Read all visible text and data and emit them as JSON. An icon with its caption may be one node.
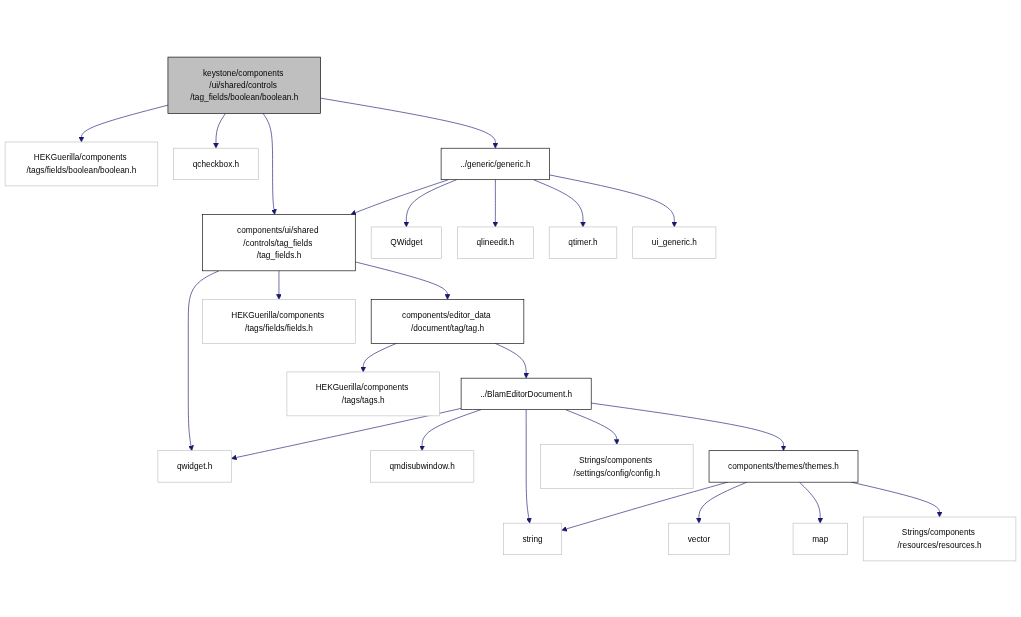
{
  "diagram": {
    "nodes": [
      {
        "text": [
          "keystone/components /ui/shared/controls /tag_fields/boolean/boolean.h"
        ]
      },
      {
        "text": [
          "HEKGuerilla/components /tags/fields/boolean/boolean.h"
        ]
      },
      {
        "text": [
          "qcheckbox.h"
        ]
      },
      {
        "text": [
          "components/ui/shared /controls/tag_fields /tag_fields.h"
        ]
      },
      {
        "text": [
          "../generic/generic.h"
        ]
      },
      {
        "text": [
          "QWidget"
        ]
      },
      {
        "text": [
          "qlineedit.h"
        ]
      },
      {
        "text": [
          "qtimer.h"
        ]
      },
      {
        "text": [
          "ui_generic.h"
        ]
      },
      {
        "text": [
          "HEKGuerilla/components /tags/fields/fields.h"
        ]
      },
      {
        "text": [
          "components/editor_data /document/tag/tag.h"
        ]
      },
      {
        "text": [
          "HEKGuerilla/components /tags/tags.h"
        ]
      },
      {
        "text": [
          "../BlamEditorDocument.h"
        ]
      },
      {
        "text": [
          "qwidget.h"
        ]
      },
      {
        "text": [
          "qmdisubwindow.h"
        ]
      },
      {
        "text": [
          "Strings/components /settings/config/config.h"
        ]
      },
      {
        "text": [
          "components/themes/themes.h"
        ]
      },
      {
        "text": [
          "string"
        ]
      },
      {
        "text": [
          "vector"
        ]
      },
      {
        "text": [
          "map"
        ]
      },
      {
        "text": [
          "Strings/components /resources/resources.h"
        ]
      }
    ],
    "edges": [
      {
        "from": 0,
        "to": 1,
        "arrow": "to"
      },
      {
        "from": 0,
        "to": 2,
        "arrow": "to"
      },
      {
        "from": 0,
        "to": 3,
        "arrow": "to"
      },
      {
        "from": 0,
        "to": 4,
        "arrow": "to"
      },
      {
        "from": 4,
        "to": 3,
        "arrow": "to"
      },
      {
        "from": 4,
        "to": 5,
        "arrow": "to"
      },
      {
        "from": 4,
        "to": 6,
        "arrow": "to"
      },
      {
        "from": 4,
        "to": 7,
        "arrow": "to"
      },
      {
        "from": 4,
        "to": 8,
        "arrow": "to"
      },
      {
        "from": 3,
        "to": 13,
        "arrow": "to"
      },
      {
        "from": 3,
        "to": 9,
        "arrow": "to"
      },
      {
        "from": 3,
        "to": 10,
        "arrow": "to"
      },
      {
        "from": 10,
        "to": 11,
        "arrow": "to"
      },
      {
        "from": 10,
        "to": 12,
        "arrow": "to"
      },
      {
        "from": 12,
        "to": 13,
        "arrow": "to"
      },
      {
        "from": 12,
        "to": 14,
        "arrow": "to"
      },
      {
        "from": 12,
        "to": 17,
        "arrow": "to"
      },
      {
        "from": 12,
        "to": 15,
        "arrow": "to"
      },
      {
        "from": 12,
        "to": 16,
        "arrow": "to"
      },
      {
        "from": 16,
        "to": 17,
        "arrow": "to"
      },
      {
        "from": 16,
        "to": 18,
        "arrow": "to"
      },
      {
        "from": 16,
        "to": 19,
        "arrow": "to"
      },
      {
        "from": 16,
        "to": 20,
        "arrow": "to"
      }
    ]
  }
}
